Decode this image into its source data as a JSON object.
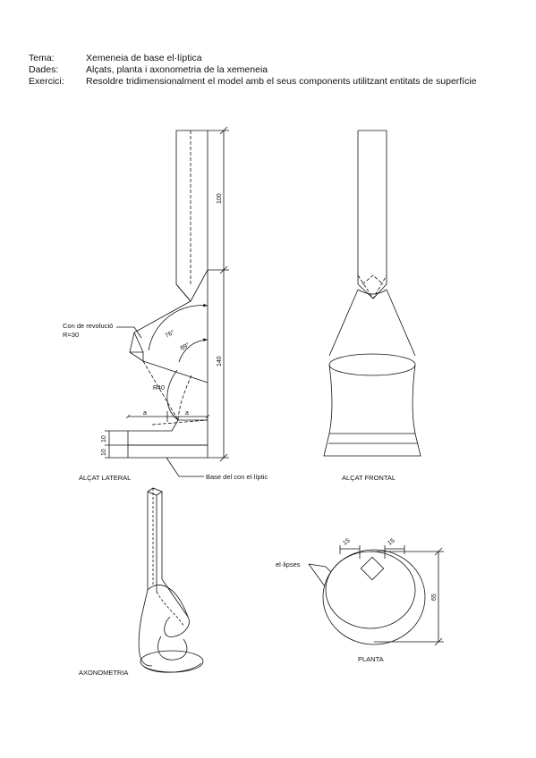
{
  "header": {
    "tema_label": "Tema:",
    "tema_value": "Xemeneia de base el·líptica",
    "dades_label": "Dades:",
    "dades_value": "Alçats, planta i axonometria de la xemeneia",
    "exercici_label": "Exercici:",
    "exercici_value": "Resoldre tridimensionalment el model amb el seus components utilitzant entitats de superfície"
  },
  "lateral": {
    "title": "ALÇAT LATERAL",
    "cone_label_line1": "Con de revolució",
    "cone_label_line2": "R=30",
    "angle_76": "76°",
    "angle_89": "89°",
    "radius_label": "R40",
    "a_left": "a",
    "a_right": "a",
    "dim_100": "100",
    "dim_140": "140",
    "dim_10a": "10",
    "dim_10b": "10",
    "base_label": "Base del con el·líptic"
  },
  "frontal": {
    "title": "ALÇAT FRONTAL"
  },
  "axon": {
    "title": "AXONOMETRIA"
  },
  "planta": {
    "title": "PLANTA",
    "ellipse_label": "el·lipses",
    "dim_15a": "15",
    "dim_15b": "15",
    "dim_65": "65"
  }
}
